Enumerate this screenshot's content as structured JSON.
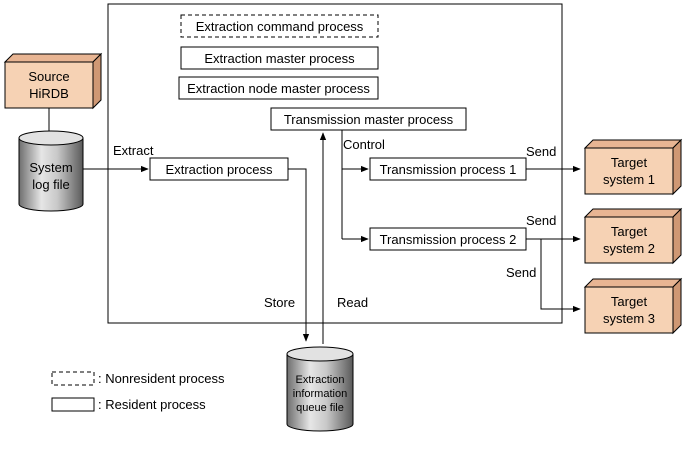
{
  "colors": {
    "box_front": "#f6d2b4",
    "box_top": "#e8b593",
    "box_side": "#cf9874",
    "line": "#000000",
    "cylinder_light": "#d8d8d8",
    "cylinder_dark": "#7a7a7a"
  },
  "source": {
    "line1": "Source",
    "line2": "HiRDB"
  },
  "system_log": {
    "line1": "System",
    "line2": "log file"
  },
  "processes": {
    "extraction_command": "Extraction command process",
    "extraction_master": "Extraction master process",
    "extraction_node_master": "Extraction node master process",
    "transmission_master": "Transmission master process",
    "extraction": "Extraction process",
    "transmission_1": "Transmission process 1",
    "transmission_2": "Transmission process 2"
  },
  "labels": {
    "extract": "Extract",
    "control": "Control",
    "store": "Store",
    "read": "Read",
    "send_1": "Send",
    "send_2": "Send",
    "send_3": "Send"
  },
  "targets": [
    {
      "line1": "Target",
      "line2": "system 1"
    },
    {
      "line1": "Target",
      "line2": "system 2"
    },
    {
      "line1": "Target",
      "line2": "system 3"
    }
  ],
  "queue_file": {
    "line1": "Extraction",
    "line2": "information",
    "line3": "queue file"
  },
  "legend": {
    "nonresident": ": Nonresident process",
    "resident": ": Resident process"
  }
}
